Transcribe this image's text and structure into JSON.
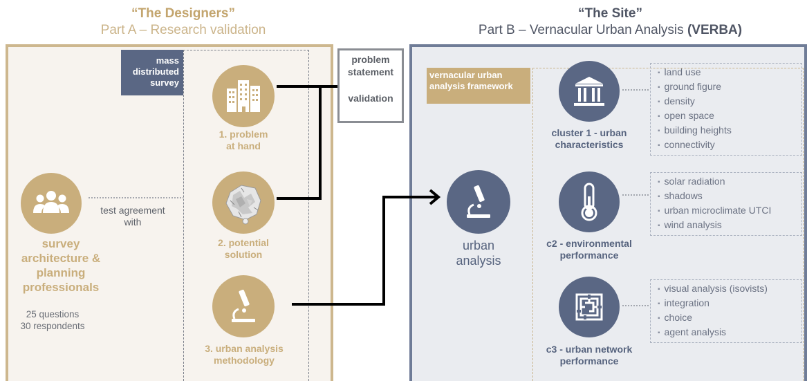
{
  "part_a": {
    "heading": "“The Designers”",
    "subheading": "Part A – Research validation",
    "tag": [
      "mass",
      "distributed",
      "survey"
    ],
    "survey": {
      "label": [
        "survey",
        "architecture &",
        "planning",
        "professionals"
      ],
      "details": [
        "25 questions",
        "30 respondents"
      ]
    },
    "agreement": [
      "test agreement",
      "with"
    ],
    "items": [
      {
        "label": [
          "1. problem",
          "at hand"
        ],
        "icon": "buildings-icon"
      },
      {
        "label": [
          "2. potential",
          "solution"
        ],
        "icon": "site-model-icon"
      },
      {
        "label": [
          "3. urban analysis",
          "methodology"
        ],
        "icon": "microscope-icon"
      }
    ]
  },
  "problem_box": {
    "statement": [
      "problem",
      "statement"
    ],
    "validation": "validation"
  },
  "part_b": {
    "heading": "“The Site”",
    "subheading": "Part B – Vernacular Urban Analysis ",
    "subheading_bold": "(VERBA)",
    "tag": [
      "vernacular urban",
      "analysis framework"
    ],
    "center": {
      "label": [
        "urban",
        "analysis"
      ],
      "icon": "microscope-icon"
    },
    "clusters": [
      {
        "label": [
          "cluster 1 - urban",
          "characteristics"
        ],
        "icon": "institution-icon",
        "items": [
          "land use",
          "ground figure",
          "density",
          "open space",
          "building heights",
          "connectivity"
        ]
      },
      {
        "label": [
          "c2 - environmental",
          "performance"
        ],
        "icon": "thermometer-icon",
        "items": [
          "solar radiation",
          "shadows",
          "urban microclimate UTCI",
          "wind analysis"
        ]
      },
      {
        "label": [
          "c3 - urban network",
          "performance"
        ],
        "icon": "maze-icon",
        "items": [
          "visual analysis (isovists)",
          "integration",
          "choice",
          "agent analysis"
        ]
      }
    ]
  },
  "colors": {
    "tan": "#c9ae7c",
    "slate": "#5a6784",
    "panel_a": "#f7f3ee",
    "panel_b": "#eaecf0"
  }
}
